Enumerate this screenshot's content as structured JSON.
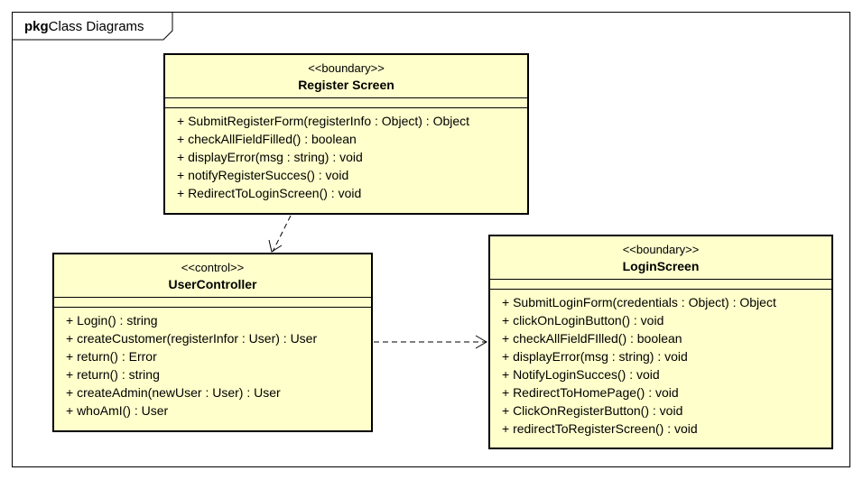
{
  "package": {
    "keyword": "pkg",
    "name": "Class Diagrams"
  },
  "classes": {
    "register": {
      "stereotype": "<<boundary>>",
      "name": "Register Screen",
      "operations": [
        "+ SubmitRegisterForm(registerInfo : Object) : Object",
        "+ checkAllFieldFilled() : boolean",
        "+ displayError(msg : string) : void",
        "+ notifyRegisterSucces() : void",
        "+ RedirectToLoginScreen() : void"
      ]
    },
    "controller": {
      "stereotype": "<<control>>",
      "name": "UserController",
      "operations": [
        "+ Login() : string",
        "+ createCustomer(registerInfor : User) : User",
        "+ return() : Error",
        "+ return() : string",
        "+ createAdmin(newUser : User) : User",
        "+ whoAmI() : User"
      ]
    },
    "login": {
      "stereotype": "<<boundary>>",
      "name": "LoginScreen",
      "operations": [
        "+ SubmitLoginForm(credentials : Object) : Object",
        "+ clickOnLoginButton() : void",
        "+ checkAllFieldFIlled() : boolean",
        "+ displayError(msg : string) : void",
        "+ NotifyLoginSucces() : void",
        "+ RedirectToHomePage() : void",
        "+ ClickOnRegisterButton() : void",
        "+ redirectToRegisterScreen() : void"
      ]
    }
  },
  "relationships": [
    {
      "type": "dependency",
      "from": "Register Screen",
      "to": "UserController"
    },
    {
      "type": "dependency",
      "from": "UserController",
      "to": "LoginScreen"
    }
  ],
  "colors": {
    "class_fill": "#ffffcc",
    "line": "#000000"
  }
}
